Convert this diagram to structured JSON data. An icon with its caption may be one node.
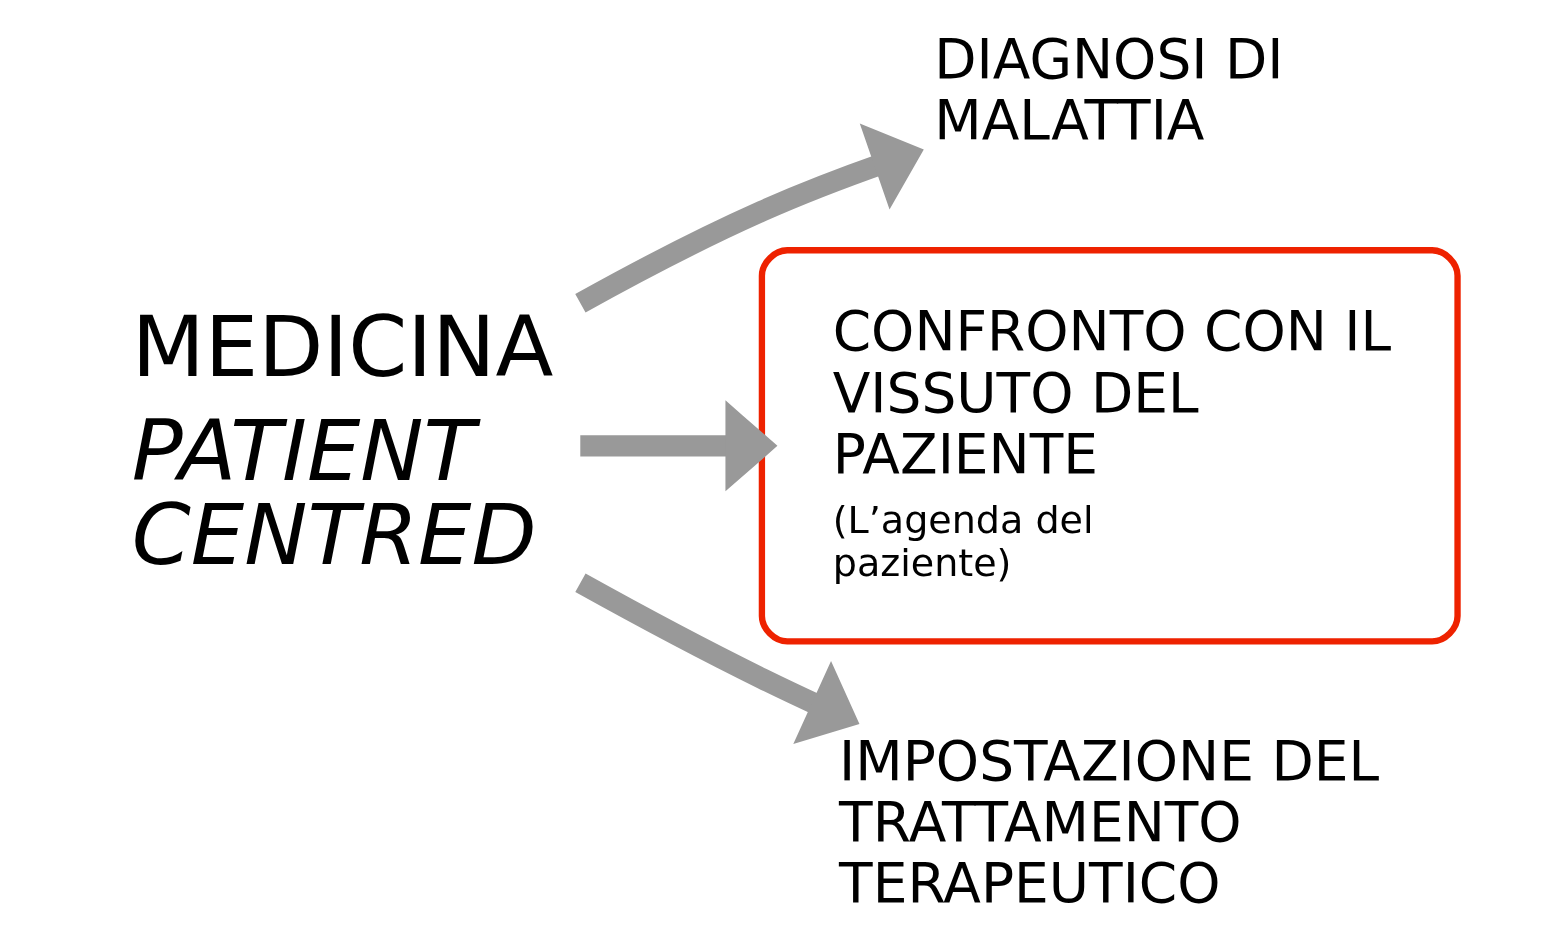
{
  "diagram": {
    "nodes": [
      {
        "text": [
          "MEDICINA",
          "PATIENT CENTRED"
        ]
      },
      {
        "text": [
          "DIAGNOSI DI MALATTIA"
        ]
      },
      {
        "text": [
          "CONFRONTO CON IL VISSUTO DEL PAZIENTE",
          "(L’agenda del paziente)"
        ]
      },
      {
        "text": [
          "IMPOSTAZIONE DEL TRATTAMENTO TERAPEUTICO"
        ]
      }
    ],
    "edges": [
      {
        "from": 0,
        "to": 1,
        "arrow": "to"
      },
      {
        "from": 0,
        "to": 2,
        "arrow": "to"
      },
      {
        "from": 0,
        "to": 3,
        "arrow": "to"
      }
    ]
  }
}
